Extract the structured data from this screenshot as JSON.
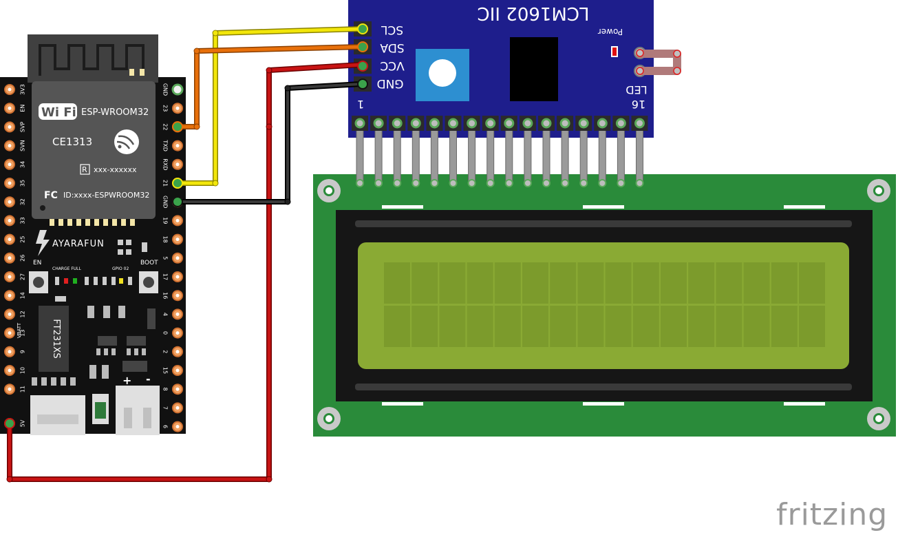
{
  "esp32": {
    "module_name": "ESP-WROOM32",
    "wifi_logo": "Wi Fi",
    "ce_mark": "CE1313",
    "r_mark": "R",
    "r_id": "xxx-xxxxxx",
    "fc_mark": "FC",
    "fcc_id": "ID:xxxx-ESPWROOM32",
    "board_brand": "AYARAFUN",
    "en_label": "EN",
    "boot_label": "BOOT",
    "charge_label": "CHARGE FULL",
    "gpio_label": "GPIO 02",
    "usb_chip": "FT231XS",
    "plus_label": "+",
    "minus_label": "-",
    "vbatt_label": "VBATT",
    "left_pins": [
      "3V3",
      "EN",
      "SVP",
      "SVN",
      "34",
      "35",
      "32",
      "33",
      "25",
      "26",
      "27",
      "14",
      "12",
      "13",
      "9",
      "10",
      "11",
      "5V"
    ],
    "right_pins": [
      "GND",
      "23",
      "22",
      "TXD",
      "RXD",
      "21",
      "GND",
      "19",
      "18",
      "5",
      "17",
      "16",
      "4",
      "0",
      "2",
      "15",
      "8",
      "7",
      "6"
    ]
  },
  "i2c_adapter": {
    "title": "LCM1602 IIC",
    "pins": [
      "SCL",
      "SDA",
      "VCC",
      "GND"
    ],
    "power_label": "Power",
    "led_label": "LED",
    "pin_first": "1",
    "pin_last": "16"
  },
  "lcd": {
    "columns": 16,
    "rows": 2
  },
  "wires": [
    {
      "from": "ESP32 22",
      "to": "SDA",
      "color": "#e8700a"
    },
    {
      "from": "ESP32 21",
      "to": "SCL",
      "color": "#f2e60a"
    },
    {
      "from": "ESP32 GND",
      "to": "GND",
      "color": "#1a1a1a"
    },
    {
      "from": "ESP32 5V",
      "to": "VCC",
      "color": "#c81414"
    }
  ],
  "brand_text": "fritzing"
}
